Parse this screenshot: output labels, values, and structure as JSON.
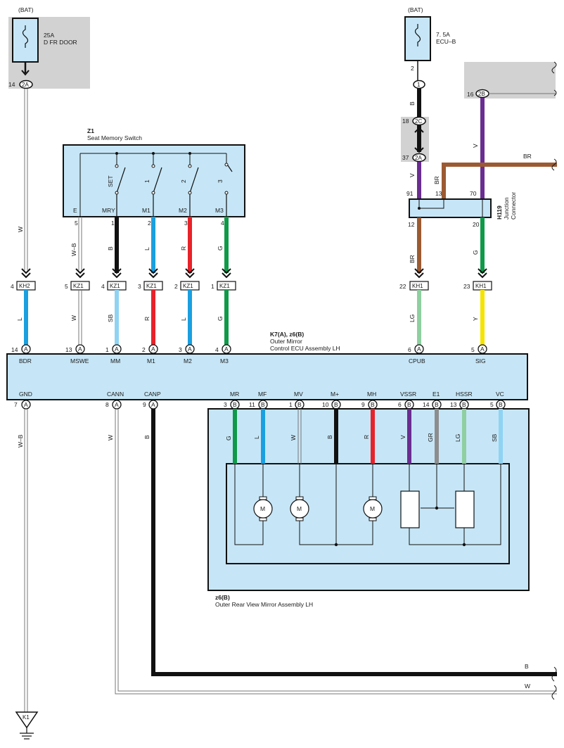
{
  "bat_left": "(BAT)",
  "bat_right": "(BAT)",
  "fuse_left": {
    "amp": "25A",
    "name": "D FR DOOR"
  },
  "fuse_right": {
    "amp": "7. 5A",
    "name": "ECU–B"
  },
  "z1": {
    "code": "Z1",
    "name": "Seat Memory Switch",
    "terminals": [
      "E",
      "MRY",
      "M1",
      "M2",
      "M3"
    ],
    "switches": [
      "SET",
      "1",
      "2",
      "3"
    ],
    "pins": [
      "5",
      "1",
      "2",
      "3",
      "4"
    ]
  },
  "h119": {
    "code": "H119",
    "name1": "Junction",
    "name2": "Connector",
    "pin_a": "91",
    "pin_b": "13",
    "pin_c": "70",
    "pin_d": "12",
    "pin_e": "20"
  },
  "k7": {
    "code": "K7(A), z6(B)",
    "name1": "Outer Mirror",
    "name2": "Control ECU Assembly LH",
    "top_terms": [
      "BDR",
      "MSWE",
      "MM",
      "M1",
      "M2",
      "M3",
      "CPUB",
      "SIG"
    ],
    "top_pins": [
      "14",
      "13",
      "1",
      "2",
      "3",
      "4",
      "6",
      "5"
    ],
    "bot_terms": [
      "GND",
      "CANN",
      "CANP"
    ],
    "bot_pins": [
      "7",
      "8",
      "9"
    ]
  },
  "z6": {
    "code": "z6(B)",
    "name": "Outer Rear View Mirror Assembly LH",
    "terms": [
      "MR",
      "MF",
      "MV",
      "M+",
      "MH",
      "VSSR",
      "E1",
      "HSSR",
      "VC"
    ],
    "pins": [
      "3",
      "11",
      "1",
      "10",
      "9",
      "6",
      "14",
      "13",
      "5"
    ],
    "wires": [
      "G",
      "L",
      "W",
      "B",
      "R",
      "V",
      "GR",
      "LG",
      "SB"
    ]
  },
  "connectors": {
    "kh2": "KH2",
    "kz1": "KZ1",
    "kh1": "KH1",
    "c2a": "2A",
    "c1": "1",
    "c2c": "2C",
    "c2b": "2B",
    "A": "A",
    "B": "B",
    "M": "M",
    "K1": "K1"
  },
  "pins": {
    "bat_left": "14",
    "fuse_r_out": "2",
    "c2c": "18",
    "c2a_r": "37",
    "c2b": "16",
    "kh2": "4",
    "kz1": [
      "5",
      "4",
      "3",
      "2",
      "1"
    ],
    "kh1_l": "22",
    "kh1_r": "23"
  },
  "wires": {
    "w": "W",
    "wb": "W–B",
    "b": "B",
    "l": "L",
    "r": "R",
    "g": "G",
    "v": "V",
    "br": "BR",
    "sb": "SB",
    "lg": "LG",
    "y": "Y"
  },
  "colors": {
    "box": "#c6e6f7",
    "gray": "#d2d2d2",
    "black": "#111111",
    "L": "#1aa0e0",
    "SB": "#8fd3f2",
    "R": "#e8222a",
    "G": "#0e9a48",
    "V": "#6a2d91",
    "BR": "#9c5a32",
    "LG": "#8fcfa0",
    "Y": "#f5e300",
    "GR": "#8d8d8d"
  }
}
